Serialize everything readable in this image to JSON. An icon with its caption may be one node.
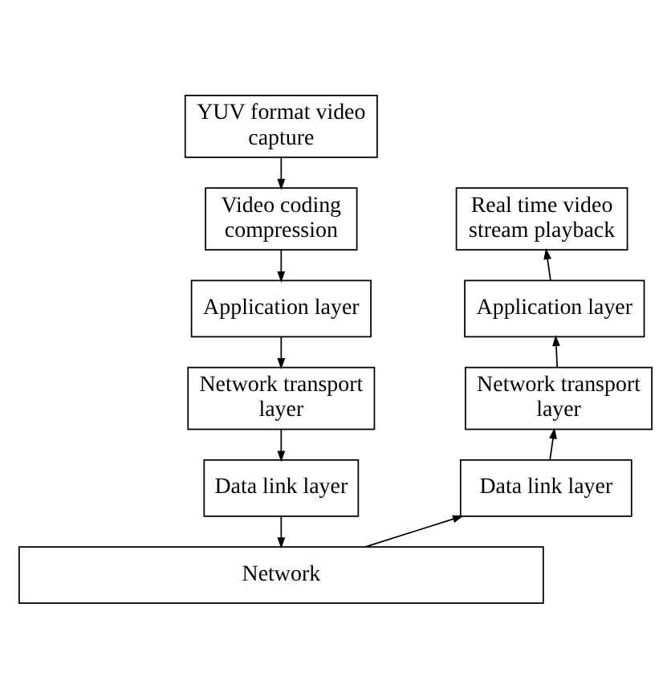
{
  "diagram": {
    "nodes": [
      {
        "text": [
          "YUV format video capture"
        ]
      },
      {
        "text": [
          "Video coding compression"
        ]
      },
      {
        "text": [
          "Application layer"
        ]
      },
      {
        "text": [
          "Network transport layer"
        ]
      },
      {
        "text": [
          "Data link layer"
        ]
      },
      {
        "text": [
          "Real time video stream playback"
        ]
      },
      {
        "text": [
          "Application layer"
        ]
      },
      {
        "text": [
          "Network transport layer"
        ]
      },
      {
        "text": [
          "Data link layer"
        ]
      },
      {
        "text": [
          "Network"
        ]
      }
    ],
    "edges": [
      {
        "from": 0,
        "to": 1,
        "arrow": "to"
      },
      {
        "from": 1,
        "to": 2,
        "arrow": "to"
      },
      {
        "from": 2,
        "to": 3,
        "arrow": "to"
      },
      {
        "from": 3,
        "to": 4,
        "arrow": "to"
      },
      {
        "from": 4,
        "to": 9,
        "arrow": "to"
      },
      {
        "from": 9,
        "to": 8,
        "arrow": "to"
      },
      {
        "from": 8,
        "to": 7,
        "arrow": "to"
      },
      {
        "from": 7,
        "to": 6,
        "arrow": "to"
      },
      {
        "from": 6,
        "to": 5,
        "arrow": "to"
      }
    ]
  }
}
